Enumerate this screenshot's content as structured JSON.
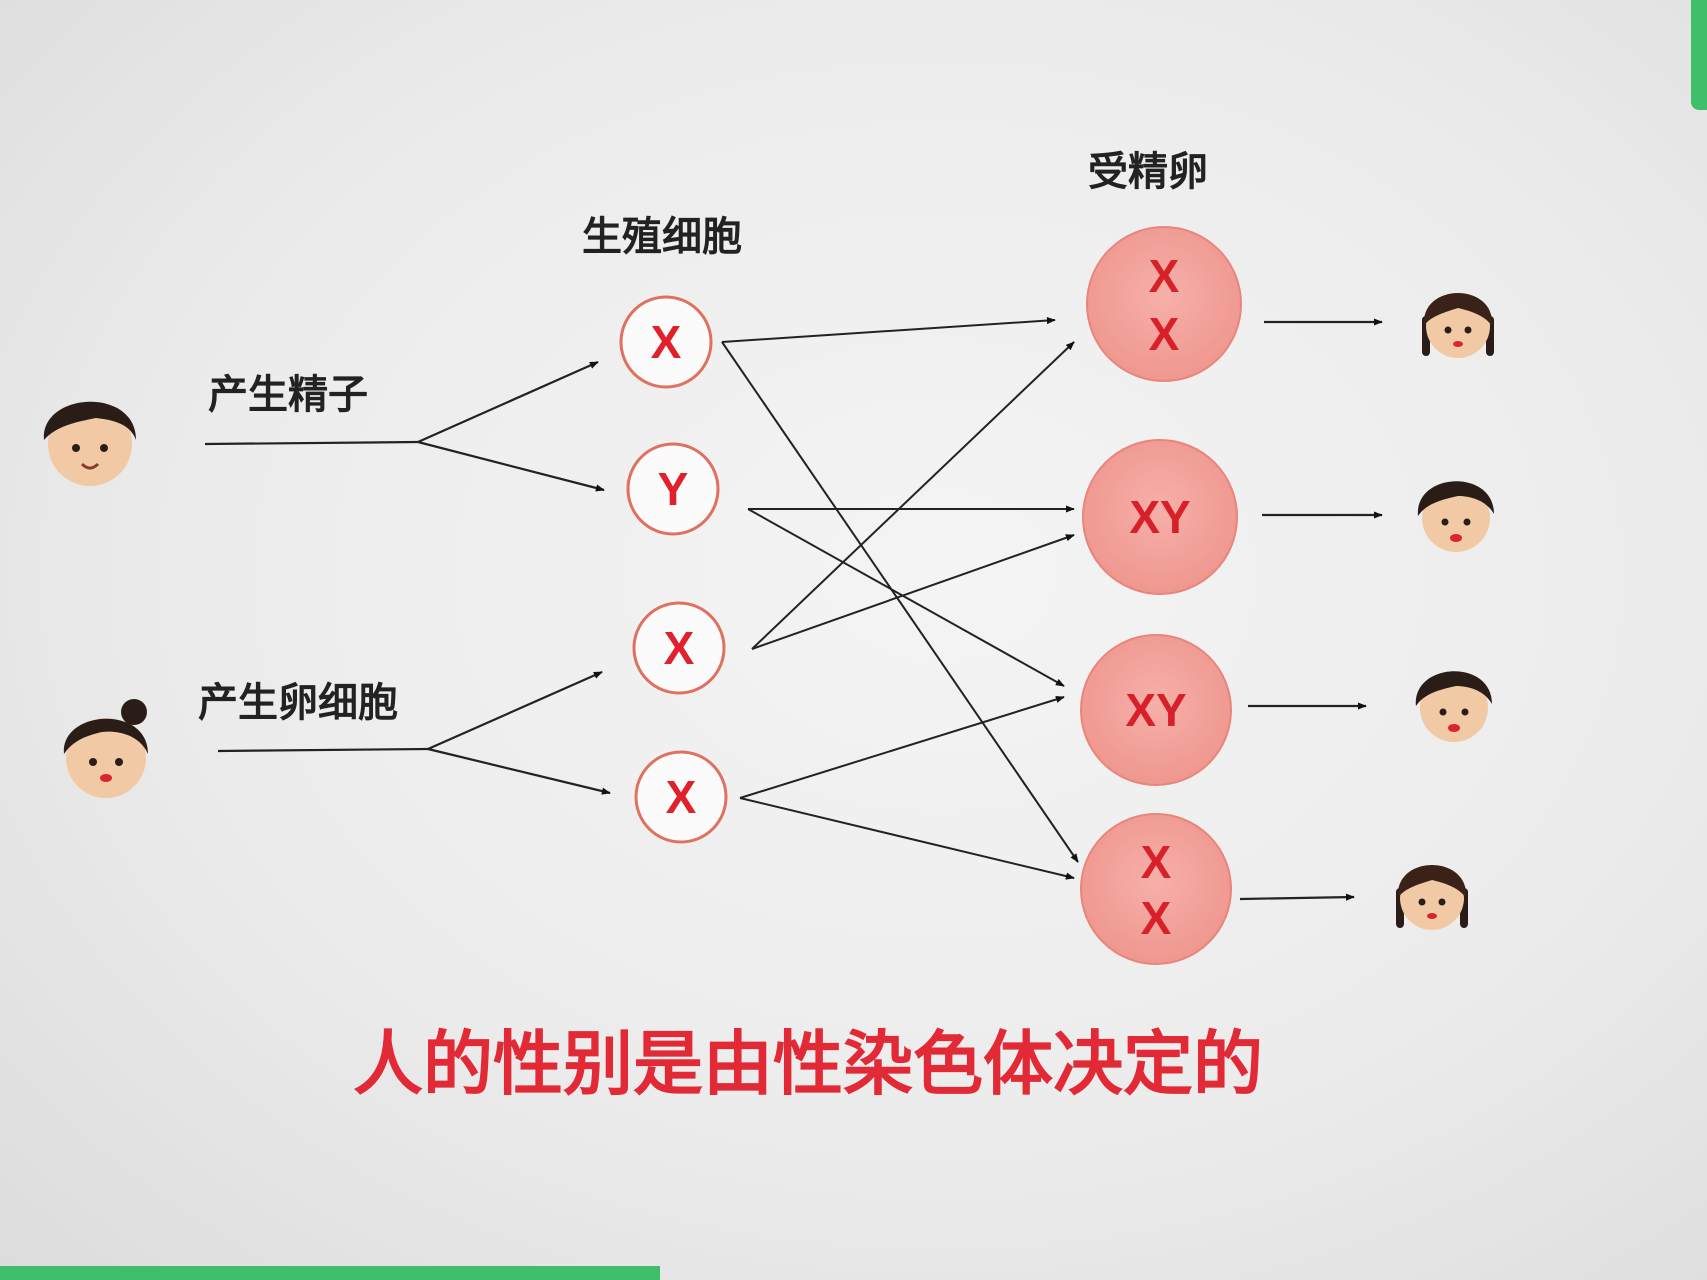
{
  "diagram": {
    "headers": {
      "germ_cells": "生殖细胞",
      "fertilized_eggs": "受精卵"
    },
    "processes": {
      "father": "产生精子",
      "mother": "产生卵细胞"
    },
    "germ_cells": [
      {
        "letter": "X"
      },
      {
        "letter": "Y"
      },
      {
        "letter": "X"
      },
      {
        "letter": "X"
      }
    ],
    "zygotes": [
      {
        "line1": "X",
        "line2": "X",
        "result": "girl-face-icon"
      },
      {
        "line1": "XY",
        "line2": "",
        "result": "boy-face-icon"
      },
      {
        "line1": "XY",
        "line2": "",
        "result": "boy-face-icon"
      },
      {
        "line1": "X",
        "line2": "X",
        "result": "girl-face-icon"
      }
    ],
    "caption": "人的性别是由性染色体决定的",
    "colors": {
      "cell_outline": "#e0705f",
      "letter_red": "#e0202a",
      "zygote_fill": "#f2a19a",
      "caption_red": "#e22a36",
      "edge_green": "#3fbf6a"
    }
  }
}
